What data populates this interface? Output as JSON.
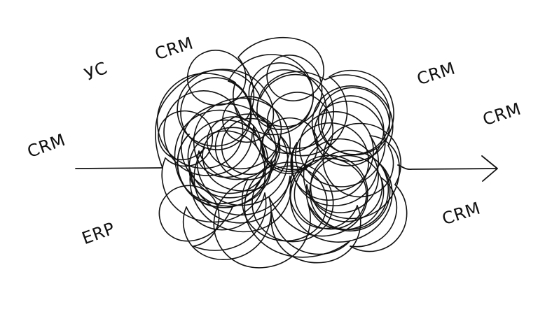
{
  "labels": {
    "uc": "УС",
    "crm_top": "CRM",
    "crm_left": "CRM",
    "erp": "ERP",
    "crm_right_top": "CRM",
    "crm_right_mid": "CRM",
    "crm_right_bottom": "CRM"
  },
  "colors": {
    "ink": "#111111",
    "background": "#ffffff"
  }
}
